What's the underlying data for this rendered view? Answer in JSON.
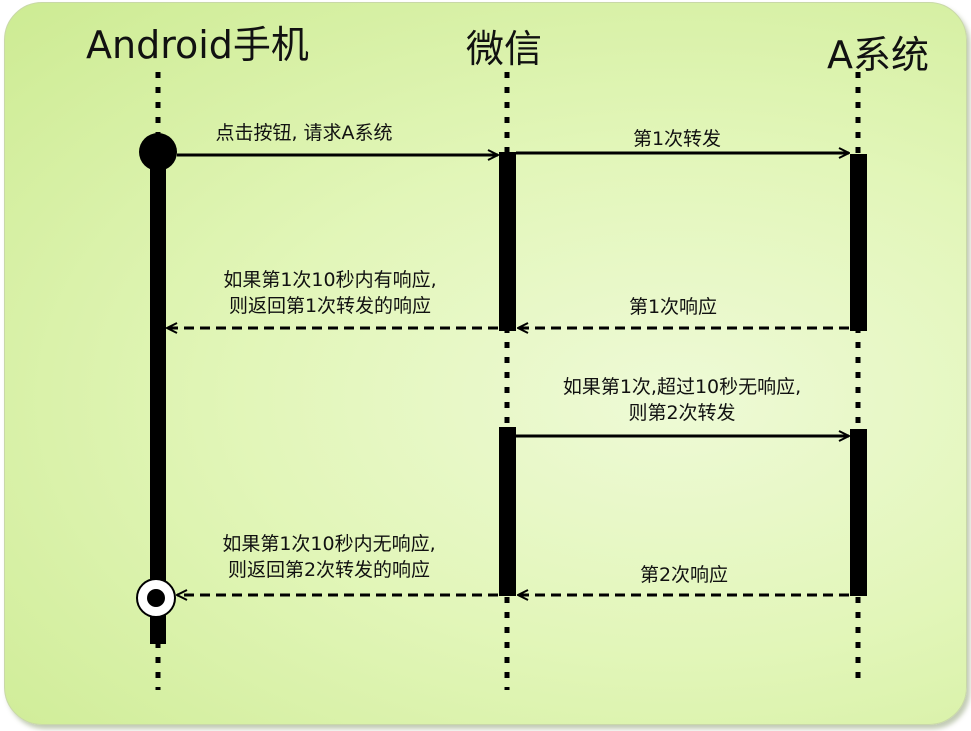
{
  "actors": {
    "android": "Android手机",
    "wechat": "微信",
    "system_a": "A系统"
  },
  "messages": {
    "m1": "点击按钮, 请求A系统",
    "m2": "第1次转发",
    "m3_line1": "如果第1次10秒内有响应,",
    "m3_line2": "则返回第1次转发的响应",
    "m4": "第1次响应",
    "m5_line1": "如果第1次,超过10秒无响应,",
    "m5_line2": "则第2次转发",
    "m6_line1": "如果第1次10秒内无响应,",
    "m6_line2": "则返回第2次转发的响应",
    "m7": "第2次响应"
  }
}
